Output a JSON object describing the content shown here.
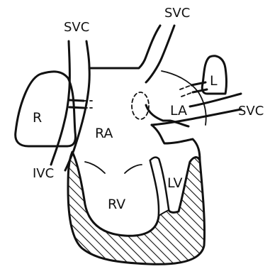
{
  "labels": {
    "svc_top_left": "SVC",
    "svc_top_right": "SVC",
    "svc_right": "SVC",
    "ivc": "IVC",
    "right_lung": "R",
    "left_lung": "L",
    "right_atrium": "RA",
    "left_atrium": "LA",
    "right_ventricle": "RV",
    "left_ventricle": "LV"
  },
  "colors": {
    "ink": "#111111",
    "background": "#ffffff"
  }
}
